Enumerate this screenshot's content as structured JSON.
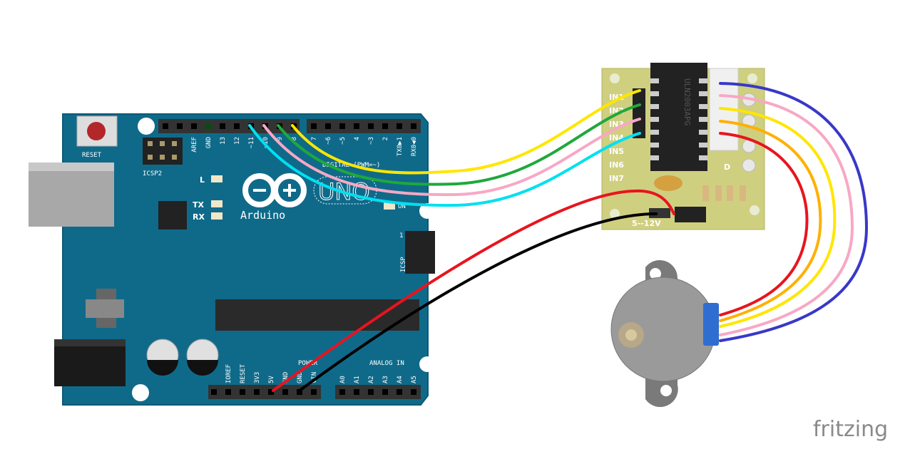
{
  "arduino": {
    "reset_label": "RESET",
    "icsp2_label": "ICSP2",
    "icsp_label": "ICSP",
    "led_labels": [
      "L",
      "TX",
      "RX"
    ],
    "on_label": "ON",
    "brand": "Arduino",
    "model": "UNO",
    "digital_label": "DIGITAL (PWM=~)",
    "power_label": "POWER",
    "analog_label": "ANALOG IN",
    "icsp_pin1": "1",
    "digital_pins_left": [
      "",
      "",
      "AREF",
      "GND",
      "13",
      "12",
      "~11",
      "~10",
      "~9",
      "8"
    ],
    "digital_pins_right": [
      "7",
      "~6",
      "~5",
      "4",
      "~3",
      "2",
      "TX0▶1",
      "RX0◀0"
    ],
    "power_pins": [
      "",
      "IOREF",
      "RESET",
      "3V3",
      "5V",
      "GND",
      "GND",
      "VIN"
    ],
    "analog_pins": [
      "A0",
      "A1",
      "A2",
      "A3",
      "A4",
      "A5"
    ]
  },
  "driver": {
    "inputs": [
      "IN1",
      "IN2",
      "IN3",
      "IN4",
      "IN5",
      "IN6",
      "IN7"
    ],
    "chip_text": "ULN2003APG",
    "voltage_label": "5--12V",
    "led_label": "D"
  },
  "watermark": "fritzing",
  "colors": {
    "board": "#0f6a8a",
    "yellow": "#ffe600",
    "green": "#1fa83c",
    "pink": "#f7a8c4",
    "cyan": "#00e0f0",
    "red": "#e8141e",
    "black": "#000000",
    "blue": "#3838c8",
    "orange": "#ffb000"
  }
}
